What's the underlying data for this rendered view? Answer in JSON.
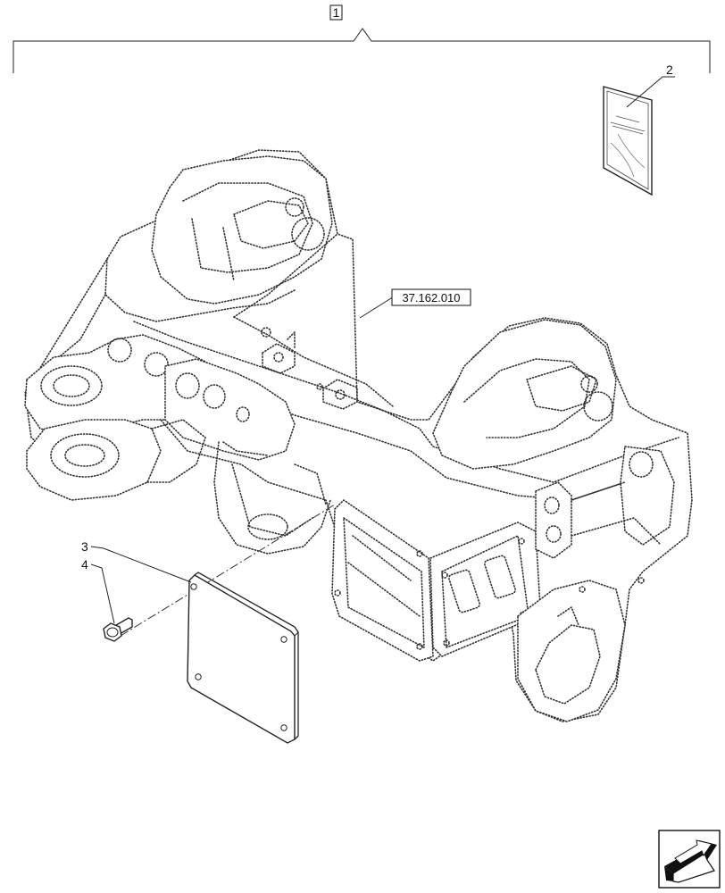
{
  "callouts": {
    "assembly": "1",
    "manual": "2",
    "plate": "3",
    "screw": "4"
  },
  "reference": "37.162.010",
  "nav_icon": "next-page-arrow-icon"
}
